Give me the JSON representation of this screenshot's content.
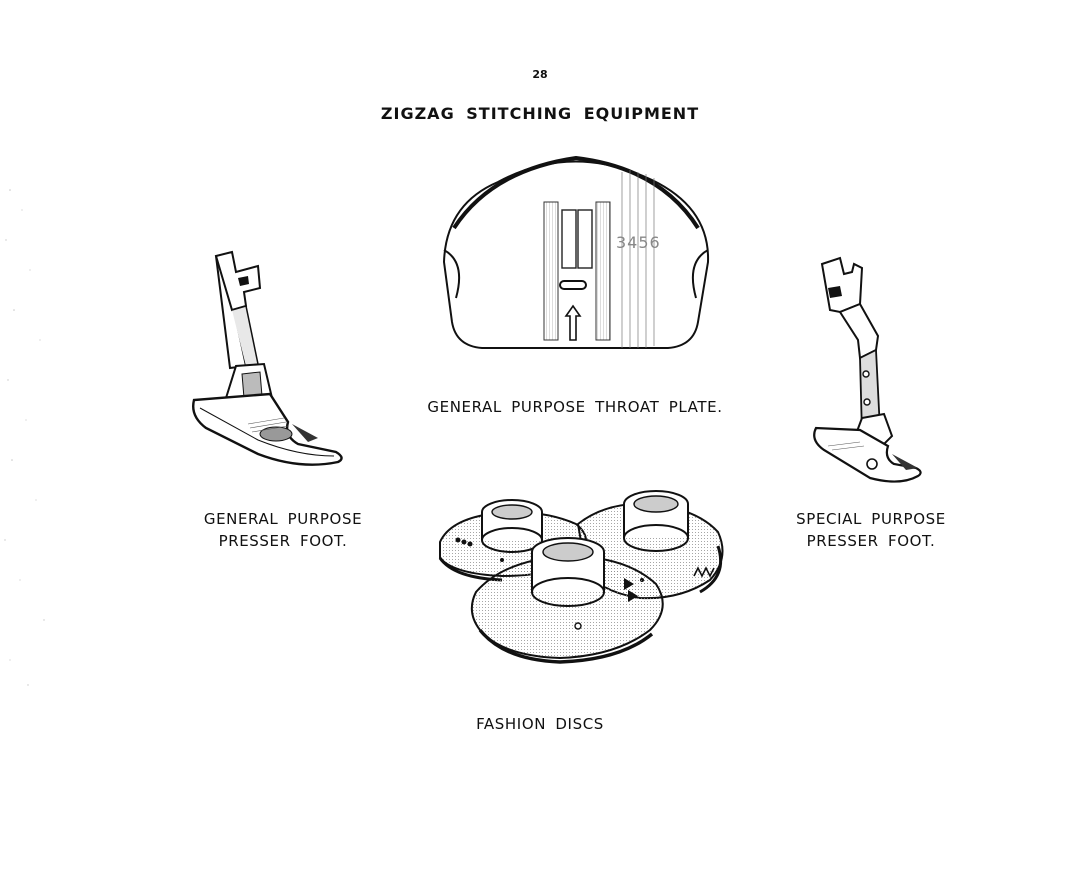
{
  "page": {
    "number": "28",
    "title": "ZIGZAG STITCHING EQUIPMENT"
  },
  "figures": {
    "throat_plate": {
      "caption": "GENERAL PURPOSE THROAT PLATE.",
      "plate_marking": "3456"
    },
    "general_foot": {
      "caption_line1": "GENERAL PURPOSE",
      "caption_line2": "PRESSER FOOT."
    },
    "special_foot": {
      "caption_line1": "SPECIAL PURPOSE",
      "caption_line2": "PRESSER FOOT."
    },
    "fashion_discs": {
      "caption": "FASHION DISCS"
    }
  }
}
